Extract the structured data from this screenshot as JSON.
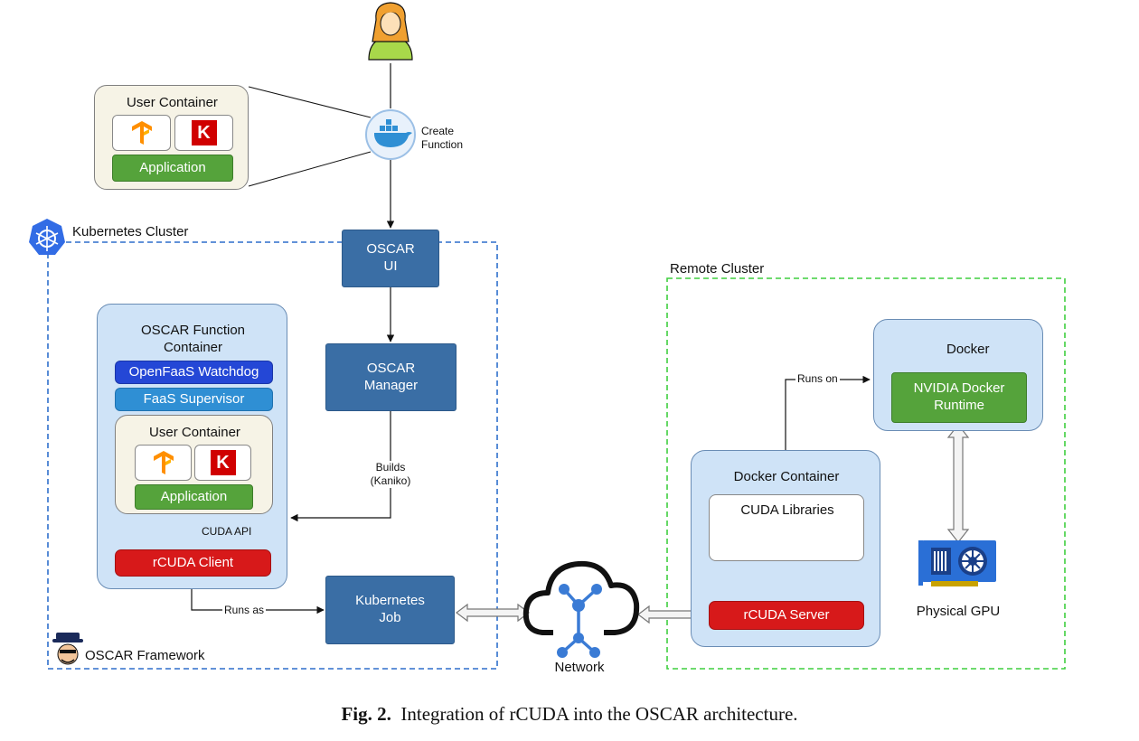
{
  "user_container_top": {
    "title": "User Container",
    "application": "Application",
    "tf_icon": "tensorflow-icon",
    "keras_icon": "keras-icon",
    "keras_letter": "K"
  },
  "create_function_label": "Create\nFunction",
  "kubernetes_cluster": {
    "label": "Kubernetes Cluster",
    "icon": "kubernetes-icon"
  },
  "oscar_ui": "OSCAR\nUI",
  "oscar_manager": "OSCAR\nManager",
  "builds_label": "Builds\n(Kaniko)",
  "function_container": {
    "title": "OSCAR Function\nContainer",
    "watchdog": "OpenFaaS Watchdog",
    "supervisor": "FaaS Supervisor",
    "user_container": "User Container",
    "application": "Application",
    "keras_letter": "K",
    "cuda_api": "CUDA API",
    "rcuda_client": "rCUDA Client"
  },
  "runs_as_label": "Runs as",
  "kubernetes_job": "Kubernetes\nJob",
  "oscar_framework": "OSCAR Framework",
  "network_label": "Network",
  "remote_cluster": "Remote Cluster",
  "docker": {
    "label": "Docker",
    "runtime": "NVIDIA Docker\nRuntime"
  },
  "runs_on_label": "Runs on",
  "docker_container": {
    "title": "Docker Container",
    "cuda_libraries": "CUDA Libraries",
    "rcuda_server": "rCUDA Server"
  },
  "physical_gpu": "Physical GPU",
  "caption": {
    "bold": "Fig. 2.",
    "text": "Integration of rCUDA into the OSCAR architecture."
  },
  "colors": {
    "dark_blue": "#3a6ea5",
    "light_blue": "#cfe3f7",
    "green": "#55a33b",
    "red": "#d7191a",
    "kube_dash": "#2f6fcc",
    "remote_dash": "#3fcf3f"
  }
}
